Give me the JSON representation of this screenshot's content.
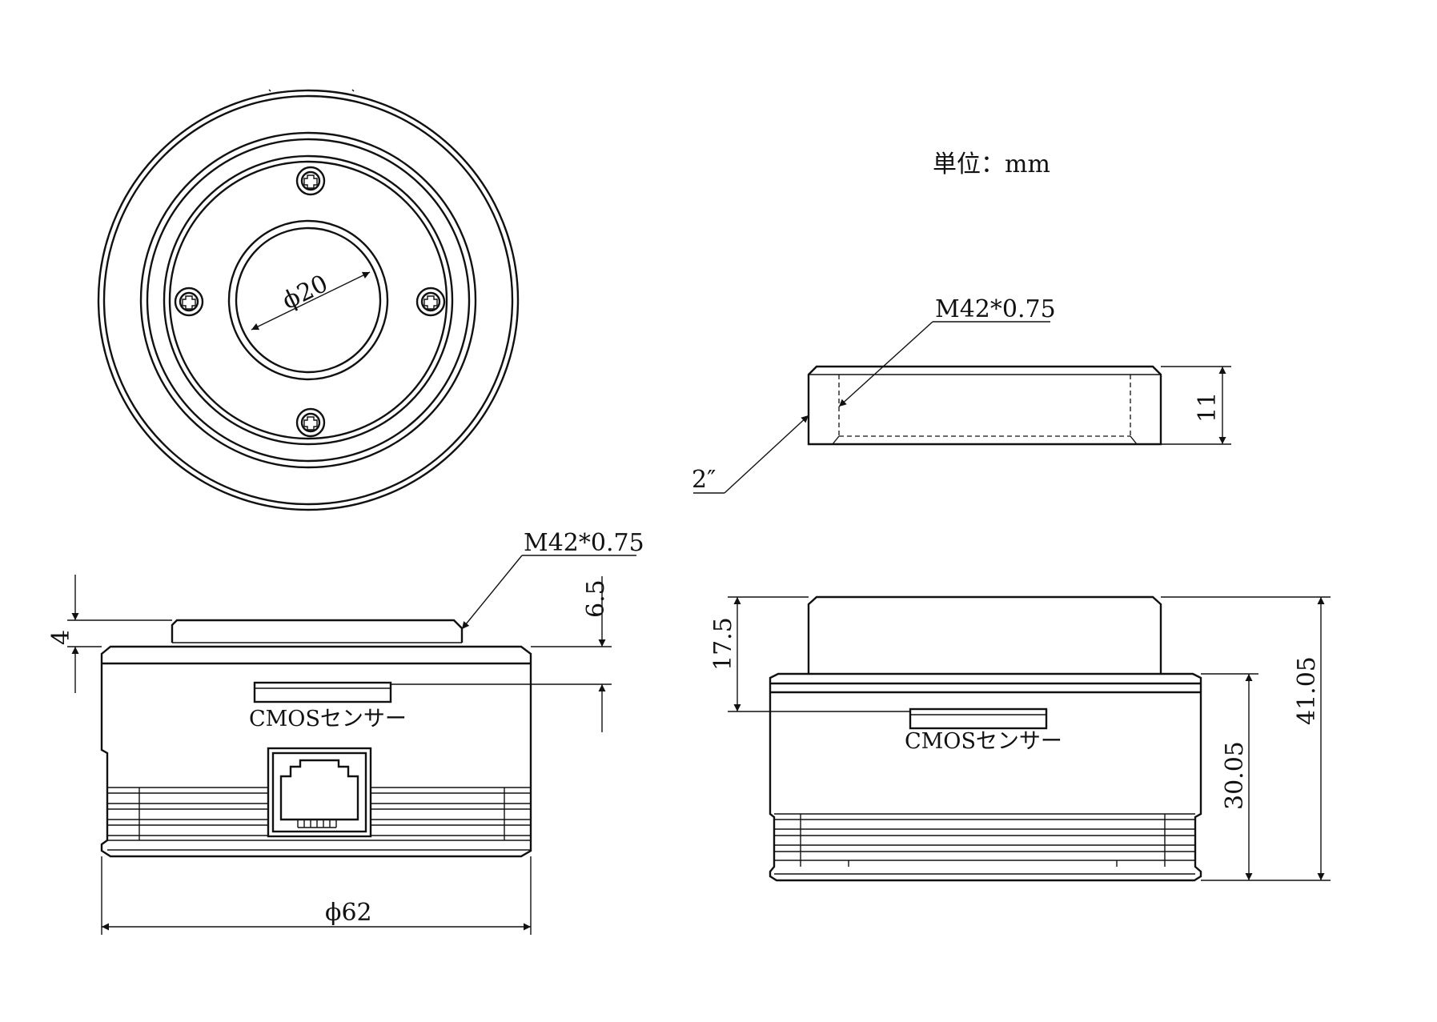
{
  "unit_label": "単位：mm",
  "top_view": {
    "diameter_label": "ϕ20",
    "screw_icon": "cross-screw-icon"
  },
  "adapter_view": {
    "thread_label": "M42*0.75",
    "size_label": "2″",
    "height_label": "11"
  },
  "front_view": {
    "thread_label": "M42*0.75",
    "top_dim_label": "4",
    "sensor_dim_label": "6.5",
    "sensor_label": "CMOSセンサー",
    "width_label": "ϕ62",
    "port_icon": "rj45-port-icon"
  },
  "side_view": {
    "sensor_dim_label": "17.5",
    "sensor_label": "CMOSセンサー",
    "body_height_label": "30.05",
    "total_height_label": "41.05"
  },
  "colors": {
    "line": "#111111",
    "background": "#ffffff"
  }
}
